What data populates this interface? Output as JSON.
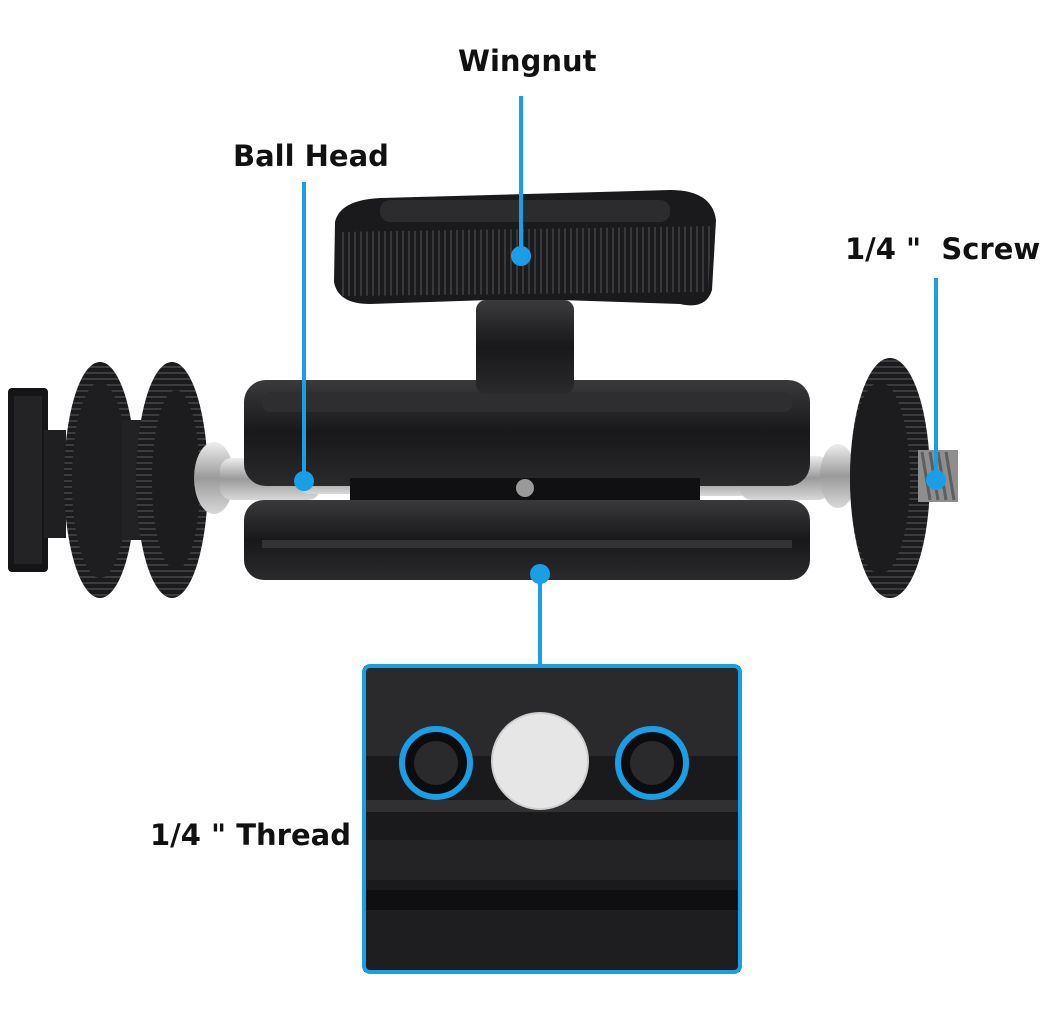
{
  "labels": {
    "wingnut": "Wingnut",
    "ball_head": "Ball Head",
    "screw": "1/4 \"  Screw",
    "thread": "1/4 \" Thread"
  },
  "colors": {
    "accent": "#1a9ee6",
    "body": "#1c1c1e",
    "metal": "#bfbfbf",
    "background": "#ffffff"
  }
}
